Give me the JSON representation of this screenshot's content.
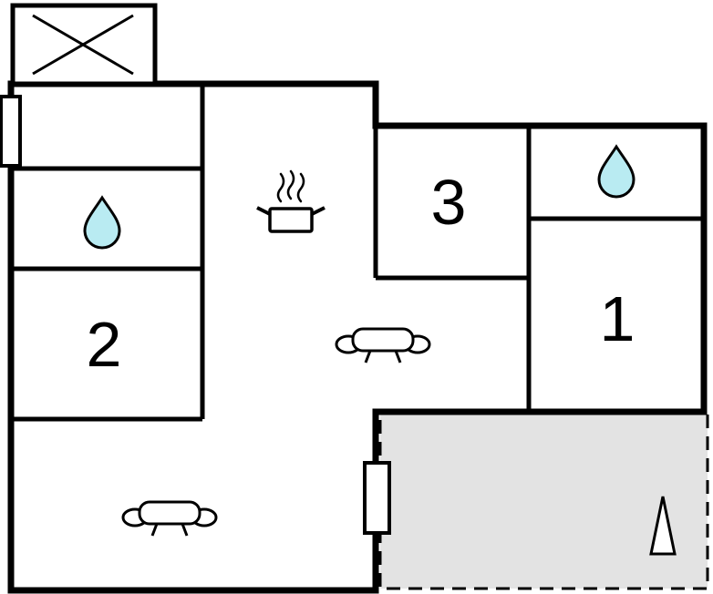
{
  "plan": {
    "title": "apartment-floor-plan",
    "rooms": {
      "room1": {
        "label": "1"
      },
      "room2": {
        "label": "2"
      },
      "room3": {
        "label": "3"
      }
    },
    "colors": {
      "wall": "#000000",
      "background": "#ffffff",
      "water_drop": "#b9ebf2",
      "terrace_fill": "#e3e3e3"
    },
    "icons": {
      "left_bathroom": "water-drop-icon",
      "right_bathroom": "water-drop-icon",
      "kitchen": "cooking-pot-icon",
      "living_room_center": "sofa-icon",
      "living_room_bottom": "sofa-icon",
      "terrace_marker": "north-arrow-icon",
      "top_left_annex": "crossed-box-icon",
      "left_wall_opening": "window-icon",
      "terrace_wall_opening": "window-icon"
    }
  }
}
